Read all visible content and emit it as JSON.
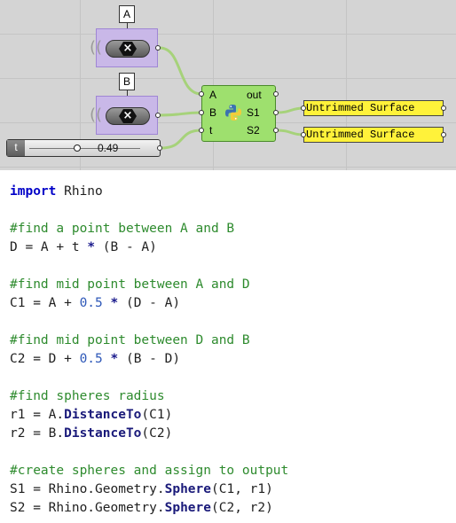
{
  "canvas": {
    "point_a": {
      "tag": "A"
    },
    "point_b": {
      "tag": "B"
    },
    "slider": {
      "name": "t",
      "value": "0.49",
      "fraction": 0.49
    },
    "python_component": {
      "inputs": [
        "A",
        "B",
        "t"
      ],
      "outputs": [
        "out",
        "S1",
        "S2"
      ],
      "icon": "python-icon"
    },
    "panels": [
      "Untrimmed Surface",
      "Untrimmed Surface"
    ],
    "wire_color": "#a6d27a",
    "component_color": "#9ee06e",
    "point_color": "#c9b8e8",
    "panel_color": "#fff23a"
  },
  "code_lines": [
    [
      {
        "t": "kw",
        "s": "import"
      },
      {
        "t": "",
        "s": " Rhino"
      }
    ],
    [],
    [
      {
        "t": "cm",
        "s": "#find a point between A and B"
      }
    ],
    [
      {
        "t": "",
        "s": "D = A + t "
      },
      {
        "t": "op",
        "s": "*"
      },
      {
        "t": "",
        "s": " (B - A)"
      }
    ],
    [],
    [
      {
        "t": "cm",
        "s": "#find mid point between A and D"
      }
    ],
    [
      {
        "t": "",
        "s": "C1 = A + "
      },
      {
        "t": "num",
        "s": "0.5"
      },
      {
        "t": "",
        "s": " "
      },
      {
        "t": "op",
        "s": "*"
      },
      {
        "t": "",
        "s": " (D - A)"
      }
    ],
    [],
    [
      {
        "t": "cm",
        "s": "#find mid point between D and B"
      }
    ],
    [
      {
        "t": "",
        "s": "C2 = D + "
      },
      {
        "t": "num",
        "s": "0.5"
      },
      {
        "t": "",
        "s": " "
      },
      {
        "t": "op",
        "s": "*"
      },
      {
        "t": "",
        "s": " (B - D)"
      }
    ],
    [],
    [
      {
        "t": "cm",
        "s": "#find spheres radius"
      }
    ],
    [
      {
        "t": "",
        "s": "r1 = A."
      },
      {
        "t": "mth",
        "s": "DistanceTo"
      },
      {
        "t": "",
        "s": "(C1)"
      }
    ],
    [
      {
        "t": "",
        "s": "r2 = B."
      },
      {
        "t": "mth",
        "s": "DistanceTo"
      },
      {
        "t": "",
        "s": "(C2)"
      }
    ],
    [],
    [
      {
        "t": "cm",
        "s": "#create spheres and assign to output"
      }
    ],
    [
      {
        "t": "",
        "s": "S1 = Rhino.Geometry."
      },
      {
        "t": "mth",
        "s": "Sphere"
      },
      {
        "t": "",
        "s": "(C1, r1)"
      }
    ],
    [
      {
        "t": "",
        "s": "S2 = Rhino.Geometry."
      },
      {
        "t": "mth",
        "s": "Sphere"
      },
      {
        "t": "",
        "s": "(C2, r2)"
      }
    ]
  ]
}
